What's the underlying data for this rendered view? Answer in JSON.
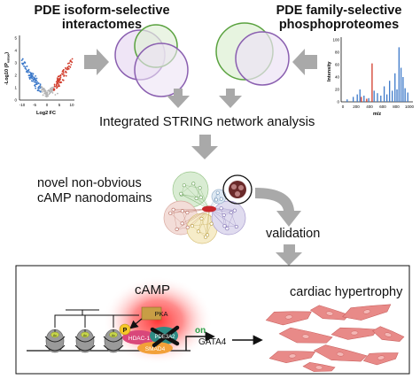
{
  "left_title": [
    "PDE isoform-selective",
    "interactomes"
  ],
  "right_title": [
    "PDE family-selective",
    "phosphoproteomes"
  ],
  "volcano": {
    "ylabel": "-Log10 (P",
    "ylabel_sub": "value",
    "xlabel": "Log2 FC",
    "xticks": [
      "-10",
      "-5",
      "0",
      "5",
      "10"
    ],
    "yticks": [
      "0",
      "1",
      "2",
      "3",
      "4",
      "5"
    ]
  },
  "spectrum": {
    "ylabel": "Intensity",
    "xlabel": "m/z",
    "xticks": [
      "0",
      "200",
      "400",
      "600",
      "800",
      "1000"
    ],
    "yticks": [
      "0",
      "20",
      "40",
      "60",
      "80",
      "100"
    ]
  },
  "string_label": "Integrated STRING network analysis",
  "nano_label": [
    "novel non-obvious",
    "cAMP nanodomains"
  ],
  "validation_label": "validation",
  "bottom": {
    "camp": "cAMP",
    "pka": "PKA",
    "p_badge": "P",
    "hdac": "HDAC-1",
    "pde3a2": "PDE3A2",
    "smad4": "SMAD4",
    "on": "on",
    "gata4": "GATA4",
    "hypertrophy": "cardiac hypertrophy",
    "acetyl_marker": "Ac"
  },
  "colors": {
    "venn_purple": "#8a5fb0",
    "venn_green": "#5aa23f",
    "arrow_grey": "#a9a9a9",
    "camp_red": "#e8202a",
    "pka_brown": "#b08a3a",
    "hdac_pink": "#d9477a",
    "pde_teal": "#2e8b84",
    "smad_orange": "#f2a13a",
    "cell_pink": "#e88a88",
    "on_green": "#2fa24a"
  }
}
